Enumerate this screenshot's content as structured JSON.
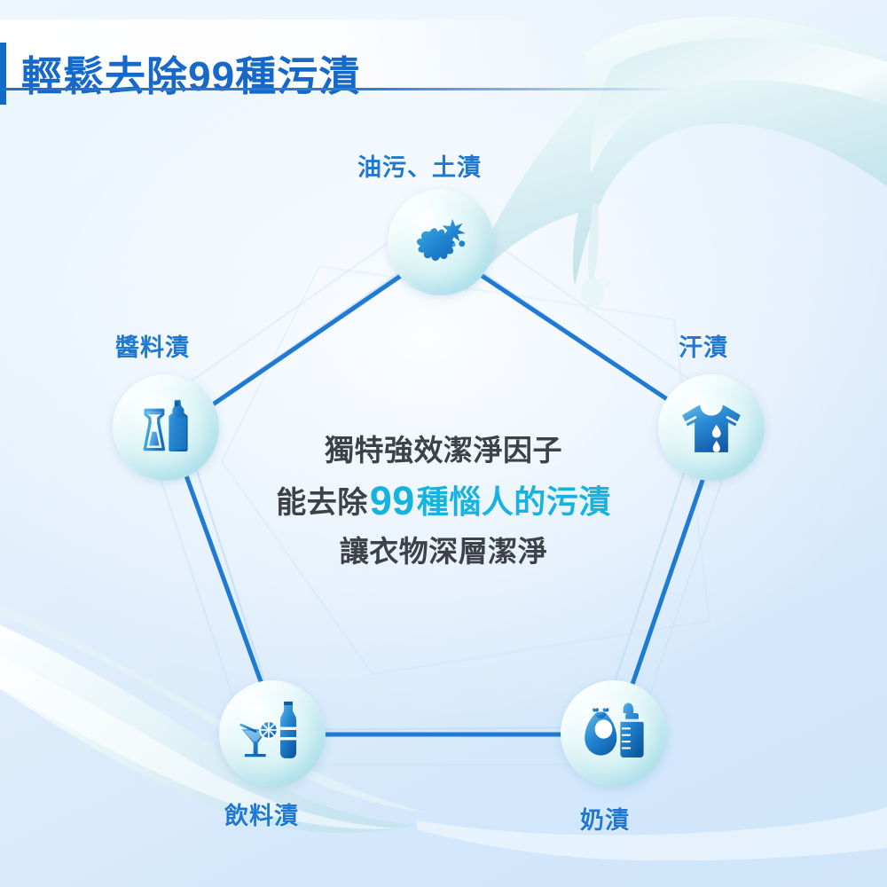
{
  "header": {
    "title": "輕鬆去除99種污漬",
    "accent_color": "#1469c7"
  },
  "center_copy": {
    "line1": "獨特強效潔淨因子",
    "line2_prefix": "能去除",
    "line2_number": "99",
    "line2_highlight": "種惱人的污漬",
    "line3": "讓衣物深層潔淨",
    "highlight_color": "#17b3e0",
    "body_color": "#3c4247"
  },
  "nodes": [
    {
      "id": "oil",
      "label": "油污、土漬",
      "icon": "splatter-icon",
      "label_color": "#1f79d2"
    },
    {
      "id": "sauce",
      "label": "醬料漬",
      "icon": "sauce-bottles-icon",
      "label_color": "#1f79d2"
    },
    {
      "id": "sweat",
      "label": "汗漬",
      "icon": "sweat-shirt-icon",
      "label_color": "#1f79d2"
    },
    {
      "id": "drink",
      "label": "飲料漬",
      "icon": "drinks-icon",
      "label_color": "#1f79d2"
    },
    {
      "id": "milk",
      "label": "奶漬",
      "icon": "baby-bottle-icon",
      "label_color": "#1f79d2"
    }
  ],
  "decor": {
    "pentagon_line_color": "#1f7ad3",
    "ghost_pentagon_color": "#bcd9f2",
    "splash_top_right": "water-splash-icon",
    "splash_bottom_left": "water-splash-icon",
    "background_top": "#eef6fd",
    "background_bottom": "#cfe5fa"
  }
}
